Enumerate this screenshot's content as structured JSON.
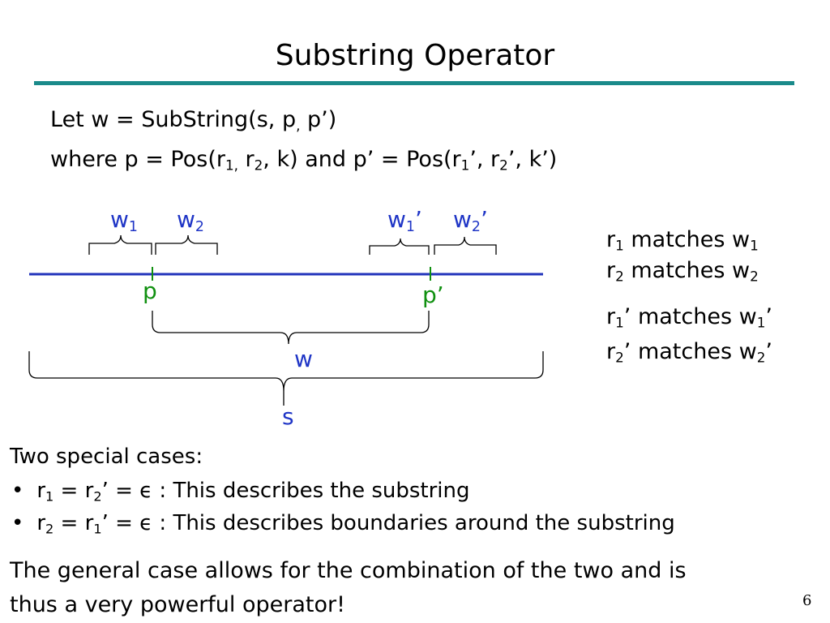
{
  "title": "Substring Operator",
  "definition": {
    "line1": {
      "lead": "Let w = SubString(s, p",
      "sub": ",",
      "tail": " p’)"
    },
    "line2": {
      "lead": "where p = Pos(r",
      "r1_sub": "1,",
      "mid1": " r",
      "r2_sub": "2",
      "mid2": ", k) and p’ = Pos(r",
      "r1p_sub": "1",
      "mid3": "’, r",
      "r2p_sub": "2",
      "tail": "’, k’)"
    }
  },
  "diagram": {
    "w1": {
      "base": "w",
      "sub": "1"
    },
    "w2": {
      "base": "w",
      "sub": "2"
    },
    "w1p": {
      "base": "w",
      "sub": "1",
      "prime": "’"
    },
    "w2p": {
      "base": "w",
      "sub": "2",
      "prime": "’"
    },
    "p": "p",
    "p_prime": "p’",
    "w": "w",
    "s": "s"
  },
  "matches": [
    {
      "r": "r",
      "r_sub": "1",
      "r_prime": "",
      "text": " matches w",
      "w_sub": "1",
      "w_prime": ""
    },
    {
      "r": "r",
      "r_sub": "2",
      "r_prime": "",
      "text": " matches w",
      "w_sub": "2",
      "w_prime": ""
    },
    {
      "r": "r",
      "r_sub": "1",
      "r_prime": "’",
      "text": " matches w",
      "w_sub": "1",
      "w_prime": "’"
    },
    {
      "r": "r",
      "r_sub": "2",
      "r_prime": "’",
      "text": " matches w",
      "w_sub": "2",
      "w_prime": "’"
    }
  ],
  "special_cases": {
    "heading": "Two special cases:",
    "bullet_char": "•",
    "case1": {
      "a": "r",
      "a_sub": "1",
      "mid": " = r",
      "b_sub": "2",
      "tail": "’ = ",
      "eps": "ϵ",
      "desc": " : This describes the substring"
    },
    "case2": {
      "a": "r",
      "a_sub": "2",
      "mid": " = r",
      "b_sub": "1",
      "tail": "’ = ",
      "eps": "ϵ",
      "desc": " : This describes boundaries around the substring"
    }
  },
  "conclusion": {
    "line1": "The general case allows for the combination of the two and is",
    "line2": "thus a very powerful operator!"
  },
  "page_number": "6",
  "colors": {
    "rule": "#1a8a8a",
    "string_line": "#2233bb",
    "blue_label": "#1f35c6",
    "green_label": "#109010"
  }
}
